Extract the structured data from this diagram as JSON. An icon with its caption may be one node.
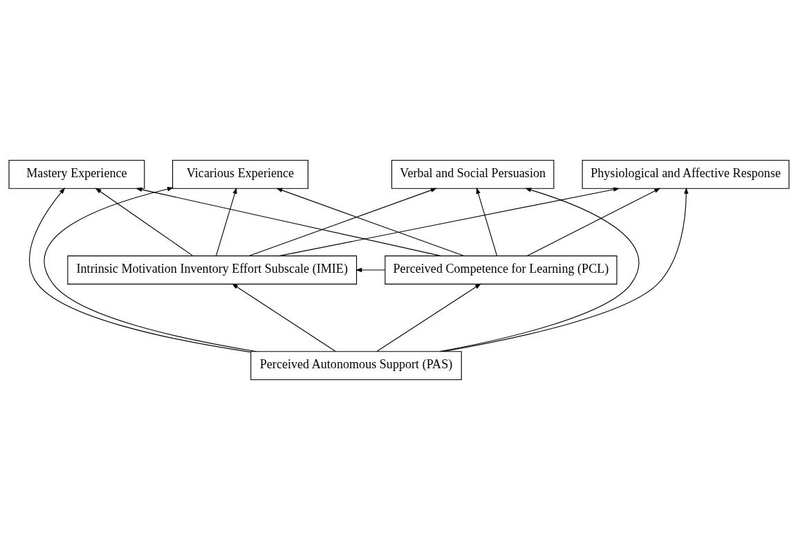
{
  "diagram": {
    "nodes": [
      {
        "text": [
          "Mastery Experience"
        ]
      },
      {
        "text": [
          "Vicarious Experience"
        ]
      },
      {
        "text": [
          "Verbal and Social Persuasion"
        ]
      },
      {
        "text": [
          "Physiological and Affective Response"
        ]
      },
      {
        "text": [
          "Perceived Autonomous Support (PAS)"
        ]
      },
      {
        "text": [
          "Intrinsic Motivation Inventory Effort Subscale (IMIE)"
        ]
      },
      {
        "text": [
          "Perceived Competence for Learning (PCL)"
        ]
      }
    ],
    "edges": [
      {
        "from": 5,
        "to": 0,
        "arrow": "to"
      },
      {
        "from": 5,
        "to": 1,
        "arrow": "to"
      },
      {
        "from": 5,
        "to": 2,
        "arrow": "to"
      },
      {
        "from": 5,
        "to": 3,
        "arrow": "to"
      },
      {
        "from": 4,
        "to": 0,
        "arrow": "to"
      },
      {
        "from": 4,
        "to": 1,
        "arrow": "to"
      },
      {
        "from": 4,
        "to": 2,
        "arrow": "to"
      },
      {
        "from": 4,
        "to": 3,
        "arrow": "to"
      },
      {
        "from": 6,
        "to": 0,
        "arrow": "to"
      },
      {
        "from": 6,
        "to": 1,
        "arrow": "to"
      },
      {
        "from": 6,
        "to": 2,
        "arrow": "to"
      },
      {
        "from": 6,
        "to": 3,
        "arrow": "to"
      },
      {
        "from": 4,
        "to": 5,
        "arrow": "to"
      },
      {
        "from": 4,
        "to": 6,
        "arrow": "to"
      },
      {
        "from": 6,
        "to": 5,
        "arrow": "to"
      }
    ]
  }
}
